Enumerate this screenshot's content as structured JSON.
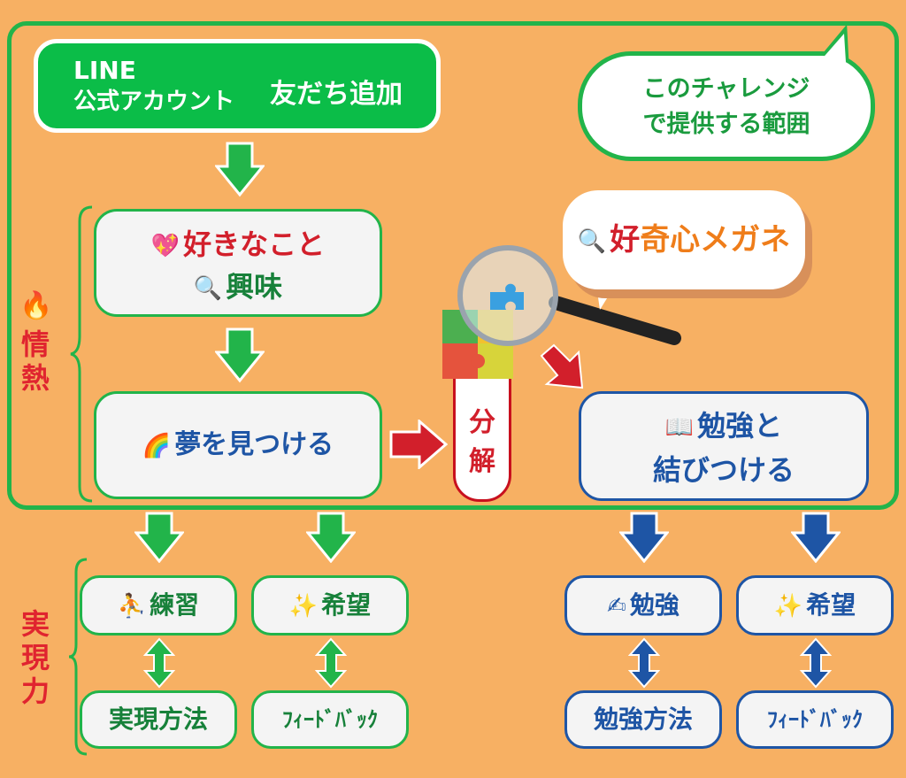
{
  "top": {
    "line_brand": "LINE",
    "line_brand2": "公式アカウント",
    "line_add": "友だち追加",
    "bubble_line1": "このチャレンジ",
    "bubble_line2": "で提供する範囲"
  },
  "left_column": {
    "likes": "好きなこと",
    "interest": "興味",
    "dream": "夢を見つける"
  },
  "center": {
    "decompose": "分解",
    "glass_label_a": "好",
    "glass_label_b": "奇心メガネ"
  },
  "right_column": {
    "study_connect_1": "勉強と",
    "study_connect_2": "結びつける"
  },
  "side_labels": {
    "passion": "情熱",
    "ability": "実現力"
  },
  "bottom_left": {
    "practice": "練習",
    "hope": "希望",
    "method": "実現方法",
    "feedback": "ﾌｨｰﾄﾞﾊﾞｯｸ"
  },
  "bottom_right": {
    "study": "勉強",
    "hope": "希望",
    "method": "勉強方法",
    "feedback": "ﾌｨｰﾄﾞﾊﾞｯｸ"
  },
  "colors": {
    "background": "#f7b063",
    "green": "#22b44a",
    "line_green": "#0bbd48",
    "blue": "#1e55a5",
    "red": "#d21f2b"
  },
  "icons": [
    "heart-icon",
    "magnifier-icon",
    "rainbow-icon",
    "book-icon",
    "fire-icon",
    "runner-icon",
    "sparkles-icon",
    "writing-hand-icon",
    "puzzle-icon",
    "magnifying-glass-icon"
  ]
}
